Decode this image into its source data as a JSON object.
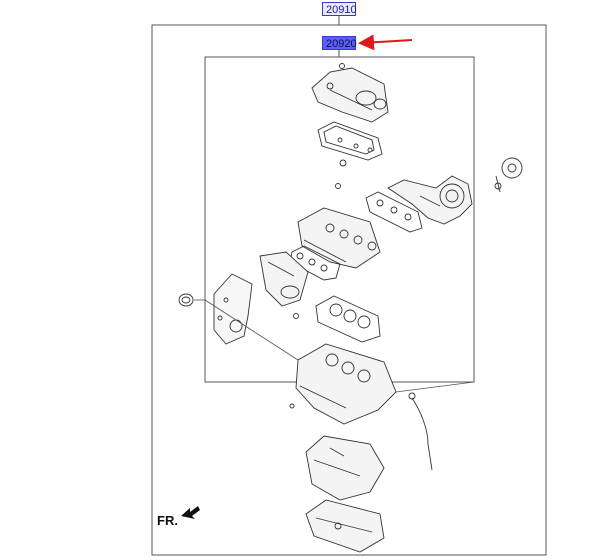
{
  "callouts": {
    "outer": "20910",
    "inner": "20920"
  },
  "front_marker": "FR.",
  "colors": {
    "highlight": "#5c5cff",
    "pointer_arrow": "#e01818",
    "line_art": "#333333"
  },
  "icons": {
    "direction_arrow": "front-direction-arrow-icon"
  }
}
